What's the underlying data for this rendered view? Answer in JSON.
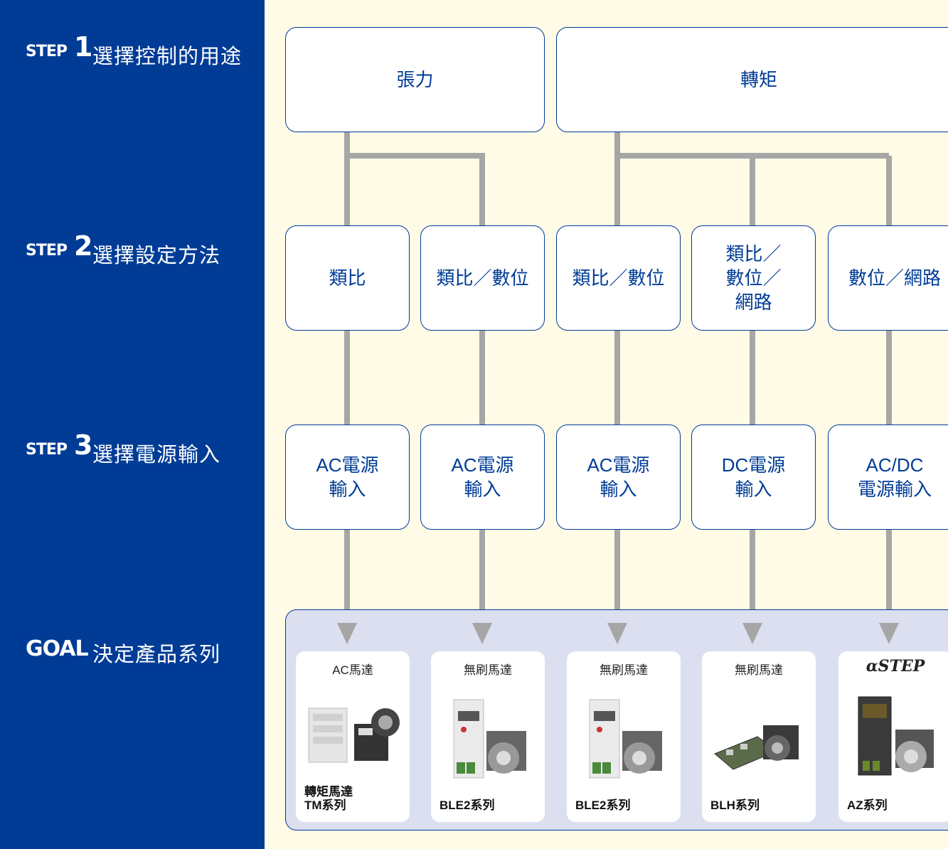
{
  "steps": [
    {
      "keyword": "STEP",
      "number": "1",
      "text": "選擇控制的用途"
    },
    {
      "keyword": "STEP",
      "number": "2",
      "text": "選擇設定方法"
    },
    {
      "keyword": "STEP",
      "number": "3",
      "text": "選擇電源輸入"
    },
    {
      "keyword": "GOAL",
      "number": "",
      "text": "決定產品系列"
    }
  ],
  "purposes": [
    "張力",
    "轉矩"
  ],
  "methods": [
    "類比",
    "類比／數位",
    "類比／數位",
    "類比／\n數位／\n網路",
    "數位／網路"
  ],
  "power_inputs": [
    "AC電源\n輸入",
    "AC電源\n輸入",
    "AC電源\n輸入",
    "DC電源\n輸入",
    "AC/DC\n電源輸入"
  ],
  "products": [
    {
      "category": "AC馬達",
      "name": "轉矩馬達\nTM系列",
      "icon": "torque-motor-with-controller"
    },
    {
      "category": "無刷馬達",
      "name": "BLE2系列",
      "icon": "brushless-motor-with-driver"
    },
    {
      "category": "無刷馬達",
      "name": "BLE2系列",
      "icon": "brushless-motor-with-driver"
    },
    {
      "category": "無刷馬達",
      "name": "BLH系列",
      "icon": "board-driver-with-motor"
    },
    {
      "category": "αSTEP",
      "name": "AZ系列",
      "icon": "stepping-motor-with-driver"
    }
  ],
  "colors": {
    "sidebar": "#003c96",
    "background": "#fffbe6",
    "goal_panel": "#dcdff0",
    "connector": "#a6a6a6",
    "box_text": "#003c96"
  }
}
